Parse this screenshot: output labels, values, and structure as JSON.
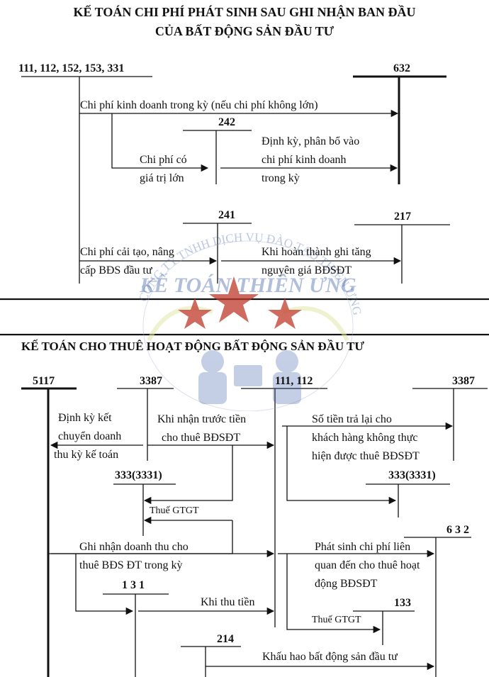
{
  "section1": {
    "title_line1": "KẾ TOÁN CHI PHÍ PHÁT SINH SAU GHI NHẬN BAN ĐẦU",
    "title_line2": "CỦA BẤT ĐỘNG SẢN ĐẦU TƯ",
    "accounts": {
      "src": "111, 112, 152, 153, 331",
      "a632": "632",
      "a242": "242",
      "a241": "241",
      "a217": "217"
    },
    "labels": {
      "small_cost": "Chi phí kinh doanh trong kỳ (nếu chi phí không lớn)",
      "big_cost_1": "Chi phí có",
      "big_cost_2": "giá trị lớn",
      "alloc_1": "Định kỳ, phân bổ vào",
      "alloc_2": "chi phí kinh doanh",
      "alloc_3": "trong kỳ",
      "renov_1": "Chi phí cải tạo, nâng",
      "renov_2": "cấp BĐS đầu tư",
      "complete_1": "Khi hoàn thành ghi tăng",
      "complete_2": "nguyên giá BĐSĐT"
    }
  },
  "section2": {
    "title": "KẾ TOÁN CHO THUÊ HOẠT ĐỘNG BẤT ĐỘNG SẢN ĐẦU TƯ",
    "accounts": {
      "a5117": "5117",
      "a3387_left": "3387",
      "a111": "111, 112",
      "a3387_right": "3387",
      "a3331_left": "333(3331)",
      "a3331_right": "333(3331)",
      "a632": "6 3 2",
      "a131": "1 3 1",
      "a133": "133",
      "a214": "214"
    },
    "labels": {
      "transfer_1": "Định kỳ kết",
      "transfer_2": "chuyển doanh",
      "transfer_3": "thu kỳ kế toán",
      "advance_1": "Khi nhận trước tiền",
      "advance_2": "cho thuê BĐSĐT",
      "refund_1": "Số tiền trả lại cho",
      "refund_2": "khách hàng không thực",
      "refund_3": "hiện được thuê BĐSĐT",
      "vat_left": "Thuế GTGT",
      "revenue_1": "Ghi nhận doanh thu cho",
      "revenue_2": "thuê BĐS ĐT trong kỳ",
      "cost_1": "Phát sinh chi phí liên",
      "cost_2": "quan đến cho thuê hoạt",
      "cost_3": "động BĐSĐT",
      "collect": "Khi thu tiền",
      "vat_right": "Thuế GTGT",
      "depr": "Khấu hao bất động sản đầu tư"
    }
  },
  "watermark": {
    "line1": "CÔNG TY TNHH DỊCH VỤ ĐÀO TẠO THIÊN ƯNG",
    "line2": "KẾ TOÁN THIÊN ƯNG"
  },
  "colors": {
    "line": "#111111",
    "watermark_text": "#3e5fa8",
    "watermark_star": "#c0392b",
    "watermark_circle": "#9fb0d0",
    "watermark_leaf": "#e2e8a8"
  }
}
